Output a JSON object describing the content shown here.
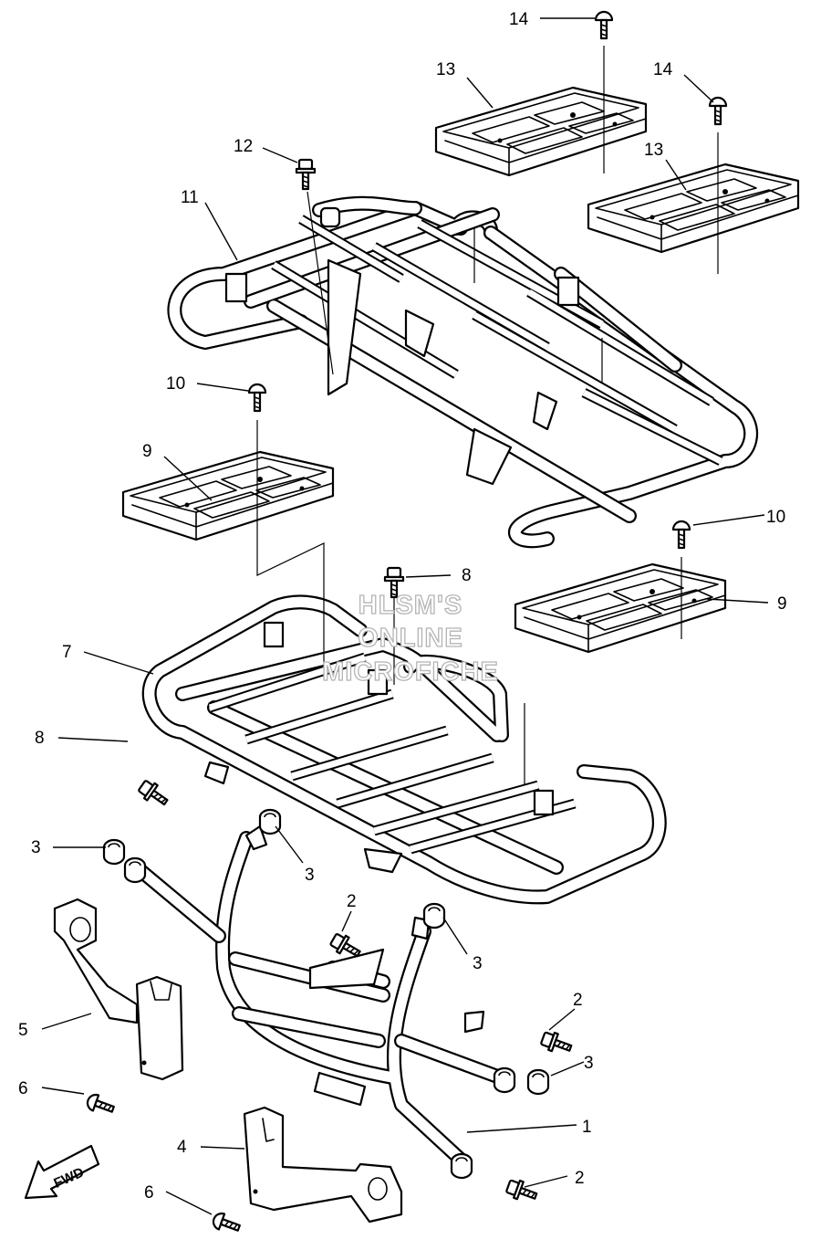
{
  "diagram": {
    "callouts": [
      "1",
      "2",
      "2",
      "2",
      "3",
      "3",
      "3",
      "3",
      "4",
      "5",
      "6",
      "6",
      "7",
      "8",
      "8",
      "9",
      "9",
      "10",
      "10",
      "11",
      "12",
      "13",
      "13",
      "14",
      "14"
    ],
    "watermark": [
      "HLSM'S",
      "ONLINE",
      "MICROFICHE"
    ],
    "direction_label": "FWD"
  }
}
